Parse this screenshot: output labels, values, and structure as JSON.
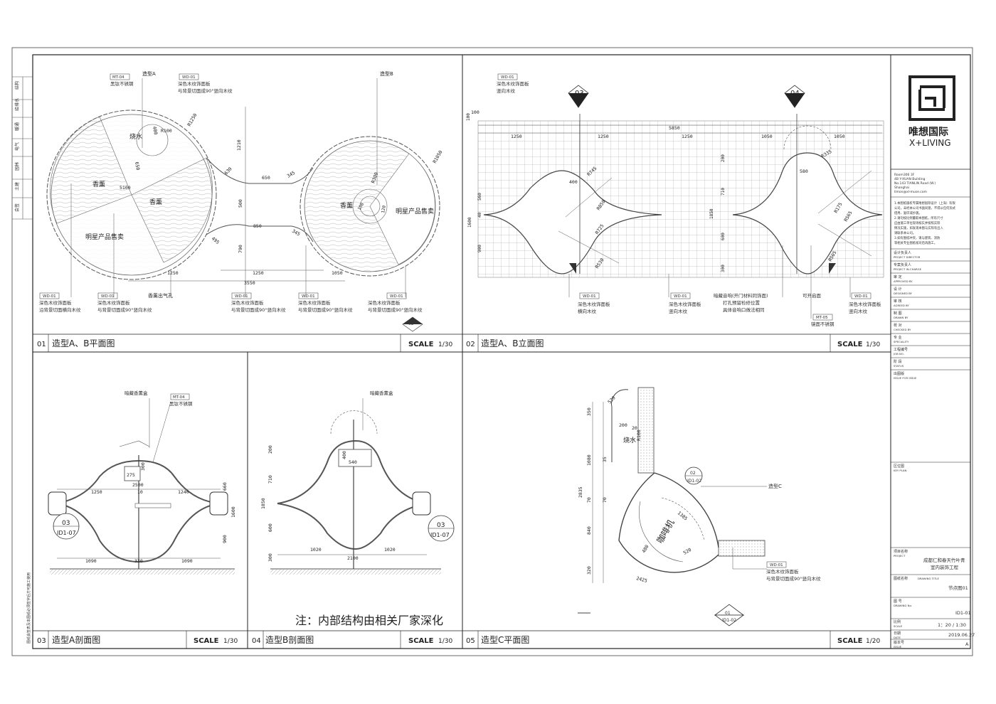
{
  "sheet": {
    "company_cn": "唯想国际",
    "company_en": "X+LIVING",
    "address": [
      "Room306 3F",
      "4B Y-XUAN Building",
      "No.143 TIANLIN Road (W.)",
      "Shanghai",
      "limon@xl-muse.com"
    ],
    "notes": [
      "1.本图纸版权专属唯想国际设计（上海）有限",
      "公司，未经本公司书面同意，不得以任何形式",
      "借用、复印或抄袭。",
      "2.请勿按比例量取本图纸，所有尺寸",
      "应由施工单位现场核实并按照实际",
      "情况实施，如发现本图与实际有出入",
      "请联系本公司。",
      "3.如有图纸冲突，请与建筑、消防",
      "等相关专业图纸核对后再施工。"
    ],
    "fields": [
      {
        "cn": "设计负责人",
        "en": "PROJECT DIRECTOR",
        "value": ""
      },
      {
        "cn": "专案负责人",
        "en": "PROJECT IN-CHARGE",
        "value": ""
      },
      {
        "cn": "审 定",
        "en": "APPROVED BY",
        "value": ""
      },
      {
        "cn": "设 计",
        "en": "DESIGNED BY",
        "value": ""
      },
      {
        "cn": "审 核",
        "en": "AGREED BY",
        "value": ""
      },
      {
        "cn": "制 图",
        "en": "DRAWN BY",
        "value": ""
      },
      {
        "cn": "校 对",
        "en": "CHECKED BY",
        "value": ""
      },
      {
        "cn": "专 业",
        "en": "SPECIALITY",
        "value": ""
      },
      {
        "cn": "工程编号",
        "en": "JOB NO.",
        "value": ""
      },
      {
        "cn": "阶 段",
        "en": "STATUS",
        "value": ""
      },
      {
        "cn": "出图版",
        "en": "ISSUE FOR ISSUE",
        "value": ""
      }
    ],
    "key_plan": {
      "cn": "区位图",
      "en": "KEY PLAN"
    },
    "project": {
      "cn": "项目名称",
      "en": "PROJECT",
      "value_lines": [
        "成都仁和春天竹叶青",
        "室内装饰工程"
      ]
    },
    "drawing_title": {
      "cn": "图纸名称",
      "en": "DRAWING TITLE",
      "value": "节点图01"
    },
    "drawing_no": {
      "cn": "图 号",
      "en": "DRAWING No.",
      "value": "ID1-01"
    },
    "scale": {
      "cn": "比例",
      "en": "SCALE",
      "value": "1：20 / 1:30"
    },
    "date": {
      "cn": "日期",
      "en": "DATE",
      "value": "2019.06.27"
    },
    "issue": {
      "cn": "版本号",
      "en": "ISSUE",
      "value": "A"
    }
  },
  "left_margin": [
    "结构",
    "给排水",
    "暖通",
    "电气",
    "园林",
    "土建",
    "会签"
  ],
  "left_vertical_note": "图纸会签表及本图纸必须签字后方可施工使用",
  "panels": [
    {
      "num": "01",
      "title": "造型A、B平面图",
      "scale_label": "SCALE",
      "scale": "1/30"
    },
    {
      "num": "02",
      "title": "造型A、B立面图",
      "scale_label": "SCALE",
      "scale": "1/30"
    },
    {
      "num": "03",
      "title": "造型A剖面图",
      "scale_label": "SCALE",
      "scale": "1/30"
    },
    {
      "num": "04",
      "title": "造型B剖面图",
      "scale_label": "SCALE",
      "scale": "1/30"
    },
    {
      "num": "05",
      "title": "造型C平面图",
      "scale_label": "SCALE",
      "scale": "1/20"
    }
  ],
  "plan01": {
    "labels": [
      "造型A",
      "造型B",
      "烧水",
      "香薰",
      "香薰",
      "香薰",
      "明星产品售卖",
      "明星产品售卖",
      "香薰出气孔"
    ],
    "tags": [
      "MT-04",
      "WD-01",
      "WD-01",
      "WD-01",
      "WD-01",
      "WD-01",
      "WD-01"
    ],
    "tag_notes": [
      "黑钛不锈钢",
      "深色木纹饰面板",
      "与背景切面成90°竖向木纹",
      "深色木纹饰面板",
      "沿背景切面横向木纹",
      "与背景切面成90°竖向木纹"
    ],
    "dims": [
      "1210",
      "650",
      "500",
      "790",
      "850",
      "1250",
      "1250",
      "1050",
      "3550",
      "R1250",
      "R1050",
      "R300",
      "R100",
      "400",
      "650",
      "630",
      "345",
      "495",
      "345",
      "150",
      "120",
      "5100"
    ]
  },
  "elev02": {
    "markers": [
      "03",
      "04"
    ],
    "dims_top": [
      "1250",
      "1250",
      "1250",
      "1050",
      "1050",
      "5850",
      "100"
    ],
    "dims_side": [
      "100",
      "560",
      "40",
      "1600",
      "900",
      "200",
      "710",
      "1850",
      "600",
      "300"
    ],
    "dims_inner": [
      "400",
      "R745",
      "R850",
      "R725",
      "R530",
      "R335",
      "580",
      "R175",
      "R565",
      "R505"
    ],
    "notes": [
      "深色木纹饰面板",
      "横向木纹",
      "深色木纹饰面板",
      "竖向木纹",
      "暗藏音响(开门材料同饰面)",
      "打孔预留检修位置",
      "具体音响口做法相同",
      "可开启面",
      "MT-05",
      "镜面不锈钢",
      "深色木纹饰面板",
      "竖向木纹"
    ]
  },
  "sec03": {
    "labels": [
      "暗藏香薰盒",
      "MT-04",
      "黑钛不锈钢"
    ],
    "dims": [
      "275",
      "300",
      "2500",
      "10",
      "1250",
      "1240",
      "660",
      "1600",
      "900",
      "1090",
      "330",
      "1090"
    ],
    "callout": {
      "num": "03",
      "ref": "ID1-07"
    }
  },
  "sec04": {
    "labels": [
      "暗藏香薰盒"
    ],
    "dims": [
      "200",
      "400",
      "540",
      "710",
      "1850",
      "600",
      "300",
      "1020",
      "1020",
      "2100"
    ],
    "callout": {
      "num": "03",
      "ref": "ID1-07"
    },
    "note": "注：内部结构由相关厂家深化"
  },
  "plan05": {
    "labels": [
      "烧水",
      "造型C",
      "咖啡机"
    ],
    "dims": [
      "520",
      "350",
      "1080",
      "35",
      "70",
      "840",
      "2835",
      "320",
      "200",
      "20",
      "R100",
      "1385",
      "520",
      "480",
      "2425"
    ],
    "callout_top": {
      "num": "02",
      "ref": "ID1-02"
    },
    "callout_bottom": {
      "num": "01",
      "ref": "ID1-02"
    },
    "tag": "WD-01",
    "tag_notes": [
      "深色木纹饰面板",
      "与背景切面成90°竖向木纹"
    ]
  }
}
